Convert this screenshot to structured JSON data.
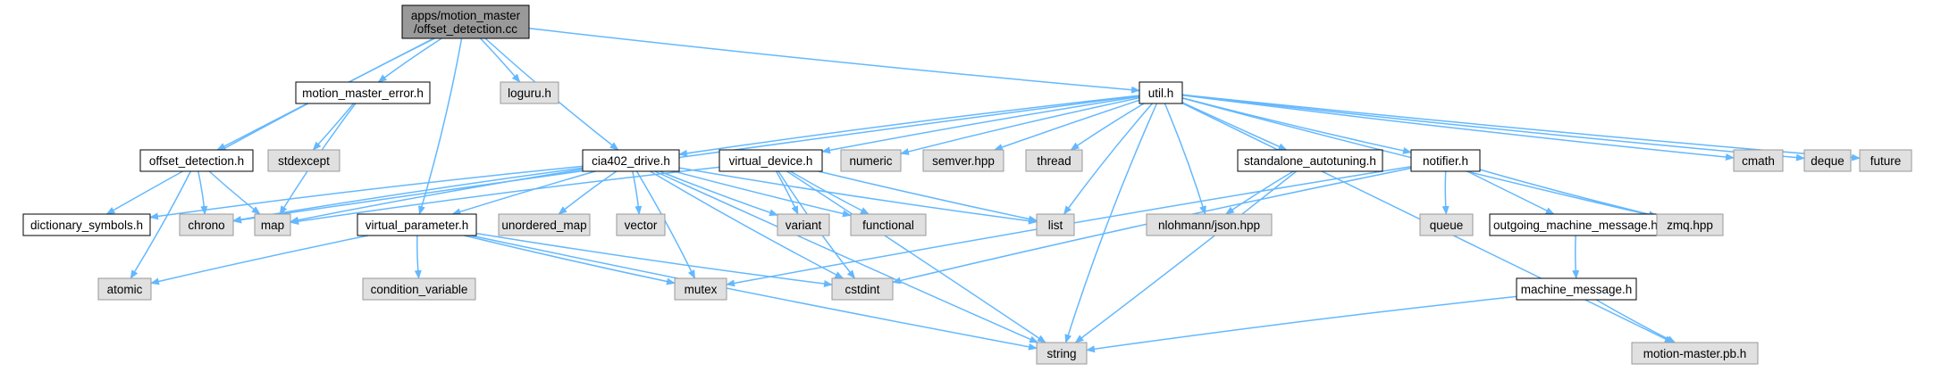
{
  "diagram": {
    "colors": {
      "root_fill": "#999999",
      "header_fill": "#ffffff",
      "header_stroke": "#000000",
      "system_fill": "#e0e0e0",
      "system_stroke": "#999999",
      "edge": "#63b8ff",
      "text": "#000000"
    },
    "nodes": [
      {
        "id": "root",
        "label": [
          "apps/motion_master",
          "/offset_detection.cc"
        ],
        "kind": "root"
      },
      {
        "id": "mme",
        "label": [
          "motion_master_error.h"
        ],
        "kind": "header"
      },
      {
        "id": "loguru",
        "label": [
          "loguru.h"
        ],
        "kind": "system"
      },
      {
        "id": "util",
        "label": [
          "util.h"
        ],
        "kind": "header"
      },
      {
        "id": "stdexcept",
        "label": [
          "stdexcept"
        ],
        "kind": "system"
      },
      {
        "id": "offdet",
        "label": [
          "offset_detection.h"
        ],
        "kind": "header"
      },
      {
        "id": "cia402",
        "label": [
          "cia402_drive.h"
        ],
        "kind": "header"
      },
      {
        "id": "vdev",
        "label": [
          "virtual_device.h"
        ],
        "kind": "header"
      },
      {
        "id": "numeric",
        "label": [
          "numeric"
        ],
        "kind": "system"
      },
      {
        "id": "semver",
        "label": [
          "semver.hpp"
        ],
        "kind": "system"
      },
      {
        "id": "thread",
        "label": [
          "thread"
        ],
        "kind": "system"
      },
      {
        "id": "standalone",
        "label": [
          "standalone_autotuning.h"
        ],
        "kind": "header"
      },
      {
        "id": "notifier",
        "label": [
          "notifier.h"
        ],
        "kind": "header"
      },
      {
        "id": "cmath",
        "label": [
          "cmath"
        ],
        "kind": "system"
      },
      {
        "id": "deque",
        "label": [
          "deque"
        ],
        "kind": "system"
      },
      {
        "id": "future",
        "label": [
          "future"
        ],
        "kind": "system"
      },
      {
        "id": "dict",
        "label": [
          "dictionary_symbols.h"
        ],
        "kind": "header"
      },
      {
        "id": "chrono",
        "label": [
          "chrono"
        ],
        "kind": "system"
      },
      {
        "id": "map",
        "label": [
          "map"
        ],
        "kind": "system"
      },
      {
        "id": "vparam",
        "label": [
          "virtual_parameter.h"
        ],
        "kind": "header"
      },
      {
        "id": "umap",
        "label": [
          "unordered_map"
        ],
        "kind": "system"
      },
      {
        "id": "vector",
        "label": [
          "vector"
        ],
        "kind": "system"
      },
      {
        "id": "variant",
        "label": [
          "variant"
        ],
        "kind": "system"
      },
      {
        "id": "functional",
        "label": [
          "functional"
        ],
        "kind": "system"
      },
      {
        "id": "list",
        "label": [
          "list"
        ],
        "kind": "system"
      },
      {
        "id": "json",
        "label": [
          "nlohmann/json.hpp"
        ],
        "kind": "system"
      },
      {
        "id": "queue",
        "label": [
          "queue"
        ],
        "kind": "system"
      },
      {
        "id": "omm",
        "label": [
          "outgoing_machine_message.h"
        ],
        "kind": "header"
      },
      {
        "id": "zmq",
        "label": [
          "zmq.hpp"
        ],
        "kind": "system"
      },
      {
        "id": "atomic",
        "label": [
          "atomic"
        ],
        "kind": "system"
      },
      {
        "id": "condvar",
        "label": [
          "condition_variable"
        ],
        "kind": "system"
      },
      {
        "id": "mutex",
        "label": [
          "mutex"
        ],
        "kind": "system"
      },
      {
        "id": "cstdint",
        "label": [
          "cstdint"
        ],
        "kind": "system"
      },
      {
        "id": "mm",
        "label": [
          "machine_message.h"
        ],
        "kind": "header"
      },
      {
        "id": "string",
        "label": [
          "string"
        ],
        "kind": "system"
      },
      {
        "id": "mmpb",
        "label": [
          "motion-master.pb.h"
        ],
        "kind": "system"
      }
    ],
    "edges": [
      [
        "root",
        "mme"
      ],
      [
        "root",
        "loguru"
      ],
      [
        "root",
        "util"
      ],
      [
        "root",
        "offdet"
      ],
      [
        "root",
        "cia402"
      ],
      [
        "root",
        "vparam"
      ],
      [
        "root",
        "dict"
      ],
      [
        "mme",
        "stdexcept"
      ],
      [
        "mme",
        "map"
      ],
      [
        "offdet",
        "chrono"
      ],
      [
        "offdet",
        "map"
      ],
      [
        "offdet",
        "atomic"
      ],
      [
        "util",
        "cia402"
      ],
      [
        "util",
        "vdev"
      ],
      [
        "util",
        "numeric"
      ],
      [
        "util",
        "semver"
      ],
      [
        "util",
        "thread"
      ],
      [
        "util",
        "standalone"
      ],
      [
        "util",
        "notifier"
      ],
      [
        "util",
        "cmath"
      ],
      [
        "util",
        "deque"
      ],
      [
        "util",
        "future"
      ],
      [
        "util",
        "list"
      ],
      [
        "util",
        "json"
      ],
      [
        "util",
        "zmq"
      ],
      [
        "util",
        "mmpb"
      ],
      [
        "util",
        "string"
      ],
      [
        "util",
        "chrono"
      ],
      [
        "cia402",
        "dict"
      ],
      [
        "cia402",
        "chrono"
      ],
      [
        "cia402",
        "map"
      ],
      [
        "cia402",
        "vparam"
      ],
      [
        "cia402",
        "umap"
      ],
      [
        "cia402",
        "vector"
      ],
      [
        "cia402",
        "variant"
      ],
      [
        "cia402",
        "functional"
      ],
      [
        "cia402",
        "list"
      ],
      [
        "cia402",
        "mutex"
      ],
      [
        "cia402",
        "cstdint"
      ],
      [
        "cia402",
        "string"
      ],
      [
        "vdev",
        "map"
      ],
      [
        "vdev",
        "variant"
      ],
      [
        "vdev",
        "functional"
      ],
      [
        "vdev",
        "list"
      ],
      [
        "vdev",
        "cstdint"
      ],
      [
        "vdev",
        "string"
      ],
      [
        "standalone",
        "json"
      ],
      [
        "standalone",
        "string"
      ],
      [
        "notifier",
        "queue"
      ],
      [
        "notifier",
        "omm"
      ],
      [
        "notifier",
        "zmq"
      ],
      [
        "notifier",
        "mutex"
      ],
      [
        "notifier",
        "cstdint"
      ],
      [
        "vparam",
        "atomic"
      ],
      [
        "vparam",
        "condvar"
      ],
      [
        "vparam",
        "mutex"
      ],
      [
        "vparam",
        "cstdint"
      ],
      [
        "vparam",
        "string"
      ],
      [
        "omm",
        "mm"
      ],
      [
        "mm",
        "string"
      ],
      [
        "mm",
        "mmpb"
      ]
    ]
  }
}
